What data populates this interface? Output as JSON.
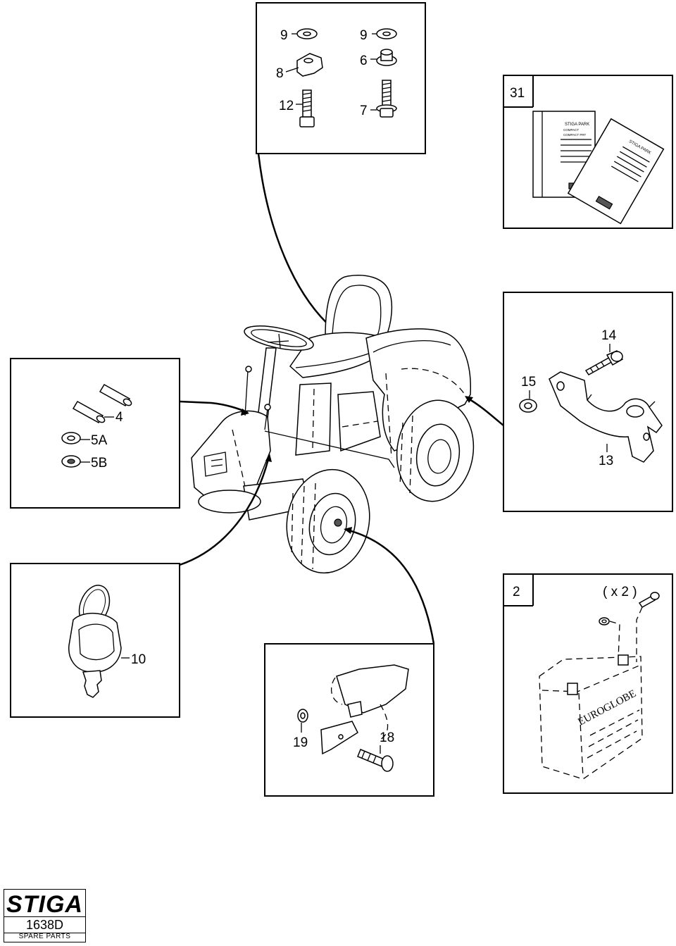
{
  "callouts": {
    "c9a": "9",
    "c8": "8",
    "c12": "12",
    "c9b": "9",
    "c6": "6",
    "c7": "7",
    "c31": "31",
    "c14": "14",
    "c15": "15",
    "c13": "13",
    "c4": "4",
    "c5a": "5A",
    "c5b": "5B",
    "c10": "10",
    "c19": "19",
    "c18": "18",
    "c2": "2",
    "x2": "( x 2 )"
  },
  "manuals": {
    "front_title": "STIGA PARK",
    "front_line1": "COMPACT",
    "front_line2": "COMPACT PRT",
    "back_title": "STIGA PARK"
  },
  "battery": {
    "brand": "EUROGLOBE"
  },
  "footer": {
    "brand": "STIGA",
    "code": "1638D",
    "subtitle": "SPARE PARTS"
  }
}
